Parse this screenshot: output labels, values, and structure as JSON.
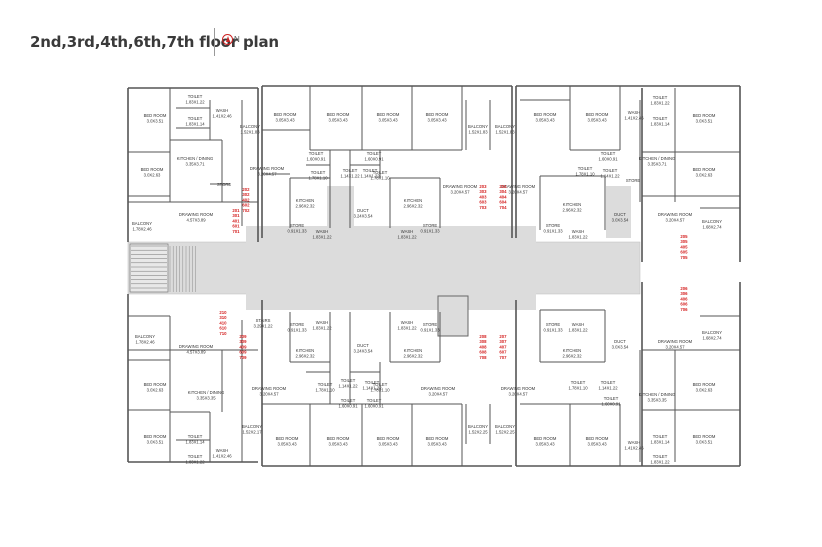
{
  "title": "2nd,3rd,4th,6th,7th floor plan",
  "north": {
    "letter": "N",
    "icon": "north-arrow-icon",
    "accent": "#cc2222"
  },
  "colors": {
    "wall": "#555555",
    "corridor": "#dcdcdc",
    "label": "#333333",
    "flat_numbers": "#d42020"
  },
  "rooms": [
    {
      "n": "BED ROOM",
      "d": "3.0X3.51"
    },
    {
      "n": "TOILET",
      "d": "1.83X1.22"
    },
    {
      "n": "TOILET",
      "d": "1.83X1.14"
    },
    {
      "n": "WASH",
      "d": "1.41X2.46"
    },
    {
      "n": "BED ROOM",
      "d": "3.0X2.63"
    },
    {
      "n": "KITCHEN / DINING",
      "d": "3.35X3.71"
    },
    {
      "n": "STORE",
      "d": ""
    },
    {
      "n": "BALCONY",
      "d": "1.78X2.46"
    },
    {
      "n": "DRAWING ROOM",
      "d": "4.57X3.89"
    },
    {
      "n": "BALCONY",
      "d": "1.52X1.83"
    },
    {
      "n": "BED ROOM",
      "d": "3.05X3.43"
    },
    {
      "n": "BED ROOM",
      "d": "3.05X3.43"
    },
    {
      "n": "BED ROOM",
      "d": "3.05X3.43"
    },
    {
      "n": "BED ROOM",
      "d": "3.05X3.43"
    },
    {
      "n": "DRAWING ROOM",
      "d": "3.20X4.57"
    },
    {
      "n": "TOILET",
      "d": "1.60X0.91"
    },
    {
      "n": "TOILET",
      "d": "1.60X0.91"
    },
    {
      "n": "TOILET",
      "d": "1.78X1.10"
    },
    {
      "n": "TOILET",
      "d": "1.14X1.22"
    },
    {
      "n": "TOILET",
      "d": "1.14X1.22"
    },
    {
      "n": "TOILET",
      "d": "1.78X1.10"
    },
    {
      "n": "KITCHEN",
      "d": "2.96X2.32"
    },
    {
      "n": "KITCHEN",
      "d": "2.96X2.32"
    },
    {
      "n": "DUCT",
      "d": "3.24X3.54"
    },
    {
      "n": "STORE",
      "d": "0.91X1.33"
    },
    {
      "n": "WASH",
      "d": "1.83X1.22"
    },
    {
      "n": "WASH",
      "d": "1.83X1.22"
    },
    {
      "n": "STORE",
      "d": "0.91X1.33"
    },
    {
      "n": "BALCONY",
      "d": "1.52X1.83"
    },
    {
      "n": "BED ROOM",
      "d": "3.05X3.43"
    },
    {
      "n": "BED ROOM",
      "d": "3.05X3.43"
    },
    {
      "n": "DRAWING ROOM",
      "d": "3.20X4.57"
    },
    {
      "n": "BALCONY",
      "d": "1.52X1.83"
    },
    {
      "n": "DRAWING ROOM",
      "d": "3.20X4.57"
    },
    {
      "n": "TOILET",
      "d": "1.60X0.91"
    },
    {
      "n": "TOILET",
      "d": "1.78X1.10"
    },
    {
      "n": "TOILET",
      "d": "1.14X1.22"
    },
    {
      "n": "KITCHEN",
      "d": "2.96X2.32"
    },
    {
      "n": "DUCT",
      "d": "3.0X3.54"
    },
    {
      "n": "STORE",
      "d": "0.91X1.33"
    },
    {
      "n": "WASH",
      "d": "1.83X1.22"
    },
    {
      "n": "WASH",
      "d": "1.41X2.46"
    },
    {
      "n": "TOILET",
      "d": "1.83X1.22"
    },
    {
      "n": "BED ROOM",
      "d": "3.0X3.51"
    },
    {
      "n": "TOILET",
      "d": "1.83X1.14"
    },
    {
      "n": "KITCHEN / DINING",
      "d": "3.35X3.71"
    },
    {
      "n": "STORE",
      "d": ""
    },
    {
      "n": "BED ROOM",
      "d": "3.0X2.63"
    },
    {
      "n": "DRAWING ROOM",
      "d": "3.20X4.57"
    },
    {
      "n": "BALCONY",
      "d": "1.68X2.74"
    },
    {
      "n": "BALCONY",
      "d": "1.78X2.46"
    },
    {
      "n": "DRAWING ROOM",
      "d": "4.57X3.89"
    },
    {
      "n": "BED ROOM",
      "d": "3.0X2.63"
    },
    {
      "n": "KITCHEN / DINING",
      "d": "3.35X3.35"
    },
    {
      "n": "BED ROOM",
      "d": "3.0X3.51"
    },
    {
      "n": "TOILET",
      "d": "1.83X1.14"
    },
    {
      "n": "TOILET",
      "d": "1.83X1.22"
    },
    {
      "n": "WASH",
      "d": "1.41X2.46"
    },
    {
      "n": "BALCONY",
      "d": "1.52X2.17"
    },
    {
      "n": "DRAWING ROOM",
      "d": "3.20X4.57"
    },
    {
      "n": "STORE",
      "d": "0.91X1.33"
    },
    {
      "n": "WASH",
      "d": "1.83X1.22"
    },
    {
      "n": "KITCHEN",
      "d": "2.96X2.32"
    },
    {
      "n": "DUCT",
      "d": "3.24X3.54"
    },
    {
      "n": "WASH",
      "d": "1.83X1.22"
    },
    {
      "n": "STORE",
      "d": "0.91X1.33"
    },
    {
      "n": "KITCHEN",
      "d": "2.96X2.32"
    },
    {
      "n": "TOILET",
      "d": "1.78X1.10"
    },
    {
      "n": "TOILET",
      "d": "1.14X1.22"
    },
    {
      "n": "TOILET",
      "d": "1.14X1.22"
    },
    {
      "n": "TOILET",
      "d": "1.78X1.10"
    },
    {
      "n": "TOILET",
      "d": "1.60X0.91"
    },
    {
      "n": "TOILET",
      "d": "1.60X0.91"
    },
    {
      "n": "DRAWING ROOM",
      "d": "3.20X4.57"
    },
    {
      "n": "BED ROOM",
      "d": "3.05X3.43"
    },
    {
      "n": "BED ROOM",
      "d": "3.05X3.43"
    },
    {
      "n": "BED ROOM",
      "d": "3.05X3.43"
    },
    {
      "n": "BED ROOM",
      "d": "3.05X3.43"
    },
    {
      "n": "BALCONY",
      "d": "1.52X2.25"
    },
    {
      "n": "BALCONY",
      "d": "1.52X2.25"
    },
    {
      "n": "DRAWING ROOM",
      "d": "3.20X4.57"
    },
    {
      "n": "STORE",
      "d": "0.91X1.33"
    },
    {
      "n": "WASH",
      "d": "1.83X1.22"
    },
    {
      "n": "KITCHEN",
      "d": "2.96X2.32"
    },
    {
      "n": "DUCT",
      "d": "3.0X3.54"
    },
    {
      "n": "TOILET",
      "d": "1.78X1.10"
    },
    {
      "n": "TOILET",
      "d": "1.14X1.22"
    },
    {
      "n": "TOILET",
      "d": "1.60X0.91"
    },
    {
      "n": "BED ROOM",
      "d": "3.05X3.43"
    },
    {
      "n": "BED ROOM",
      "d": "3.05X3.43"
    },
    {
      "n": "DRAWING ROOM",
      "d": "3.20X4.57"
    },
    {
      "n": "BALCONY",
      "d": "1.68X2.74"
    },
    {
      "n": "KITCHEN / DINING",
      "d": "3.35X3.35"
    },
    {
      "n": "BED ROOM",
      "d": "3.0X2.63"
    },
    {
      "n": "TOILET",
      "d": "1.83X1.14"
    },
    {
      "n": "BED ROOM",
      "d": "3.0X3.51"
    },
    {
      "n": "WASH",
      "d": "1.41X2.46"
    },
    {
      "n": "TOILET",
      "d": "1.83X1.22"
    },
    {
      "n": "STAIRS",
      "d": "3.29X1.22"
    }
  ],
  "flat_numbers": [
    [
      "201",
      "301",
      "401",
      "601",
      "701"
    ],
    [
      "202",
      "302",
      "402",
      "602",
      "702"
    ],
    [
      "203",
      "303",
      "403",
      "603",
      "703"
    ],
    [
      "204",
      "304",
      "404",
      "604",
      "704"
    ],
    [
      "205",
      "305",
      "405",
      "605",
      "705"
    ],
    [
      "206",
      "306",
      "406",
      "606",
      "706"
    ],
    [
      "207",
      "307",
      "407",
      "607",
      "707"
    ],
    [
      "208",
      "308",
      "408",
      "608",
      "708"
    ],
    [
      "209",
      "309",
      "409",
      "609",
      "709"
    ],
    [
      "210",
      "310",
      "410",
      "610",
      "710"
    ]
  ]
}
